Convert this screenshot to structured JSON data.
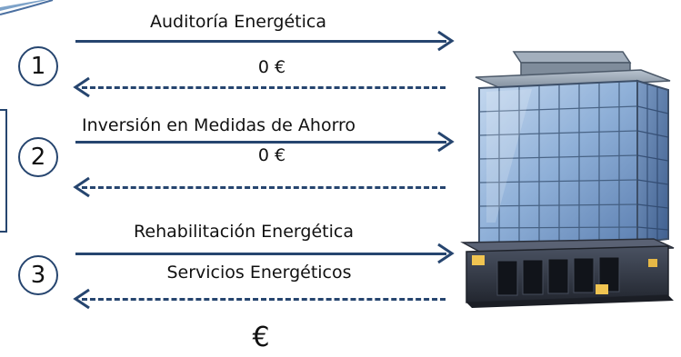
{
  "steps": [
    {
      "number": "1",
      "service": "Auditoría Energética",
      "payment": "0 €"
    },
    {
      "number": "2",
      "service": "Inversión en Medidas de Ahorro",
      "payment": "0 €"
    },
    {
      "number": "3",
      "service": "Rehabilitación Energética",
      "service_secondary": "Servicios Energéticos",
      "payment": "€"
    }
  ],
  "colors": {
    "arrow": "#26456f",
    "glass_light": "#a9c4e4",
    "glass_dark": "#6d8fbd",
    "frame": "#3d4f68",
    "roof": "#8e9cab",
    "base": "#2f3440",
    "window_light": "#f0c451"
  },
  "icons": {
    "building": "office-building-icon"
  }
}
